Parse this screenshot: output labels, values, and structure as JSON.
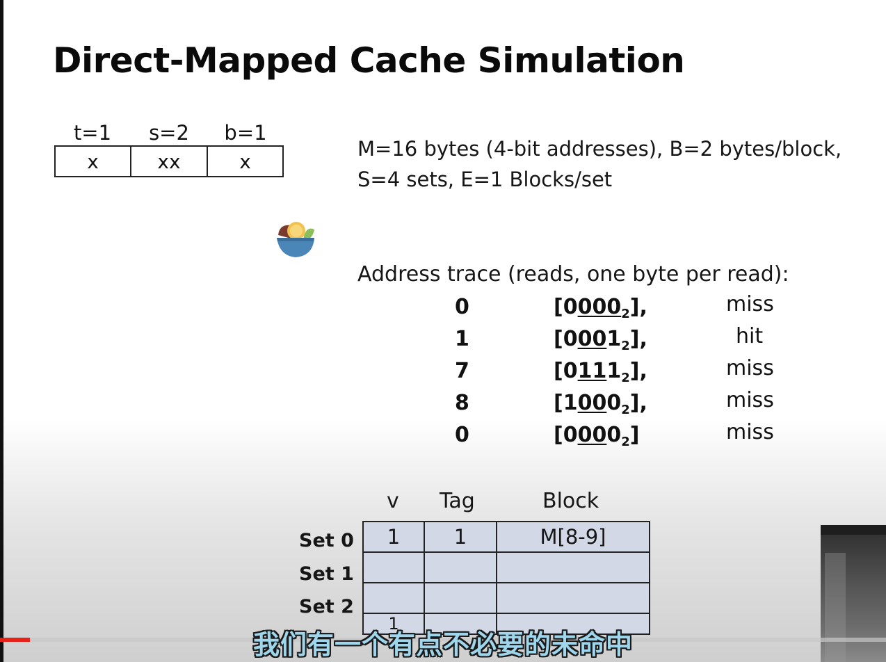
{
  "slide": {
    "title": "Direct-Mapped Cache Simulation",
    "address_fields": [
      {
        "label": "t=1",
        "value": "x"
      },
      {
        "label": "s=2",
        "value": "xx"
      },
      {
        "label": "b=1",
        "value": "x"
      }
    ],
    "params_line1": "M=16 bytes (4-bit addresses), B=2 bytes/block,",
    "params_line2": "S=4 sets, E=1 Blocks/set",
    "trace_title": "Address trace (reads, one byte per read):",
    "trace": [
      {
        "num": "0",
        "bin_open": "[0",
        "bin_under": "000",
        "bin_end": "",
        "sub": "2",
        "close": "],",
        "result": "miss"
      },
      {
        "num": "1",
        "bin_open": "[0",
        "bin_under": "00",
        "bin_end": "1",
        "sub": "2",
        "close": "],",
        "result": "hit"
      },
      {
        "num": "7",
        "bin_open": "[0",
        "bin_under": "11",
        "bin_end": "1",
        "sub": "2",
        "close": "],",
        "result": "miss"
      },
      {
        "num": "8",
        "bin_open": "[1",
        "bin_under": "00",
        "bin_end": "0",
        "sub": "2",
        "close": "],",
        "result": "miss"
      },
      {
        "num": "0",
        "bin_open": "[0",
        "bin_under": "00",
        "bin_end": "0",
        "sub": "2",
        "close": "]",
        "result": "miss"
      }
    ],
    "cache_headers": [
      "v",
      "Tag",
      "Block"
    ],
    "cache_rows": [
      {
        "set": "Set 0",
        "v": "1",
        "tag": "1",
        "block": "M[8-9]"
      },
      {
        "set": "Set 1",
        "v": "",
        "tag": "",
        "block": ""
      },
      {
        "set": "Set 2",
        "v": "",
        "tag": "",
        "block": ""
      },
      {
        "set": "",
        "v": "1",
        "tag": "",
        "block": ""
      }
    ]
  },
  "player": {
    "subtitle": "我们有一个有点不必要的未命中",
    "progress_fraction": 0.034,
    "progress_color": "#e62117"
  },
  "icons": {
    "logo": "fruit-bowl-icon"
  }
}
